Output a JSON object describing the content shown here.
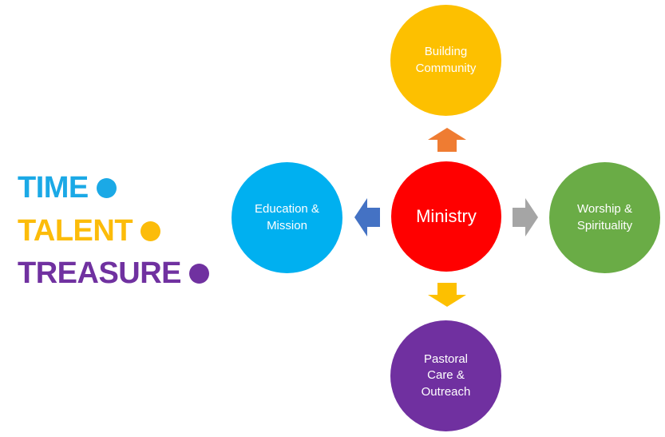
{
  "legend": [
    {
      "label": "TIME",
      "color": "#1ba9e6"
    },
    {
      "label": "TALENT",
      "color": "#fcbc0a"
    },
    {
      "label": "TREASURE",
      "color": "#7031a0"
    }
  ],
  "diagram": {
    "center": {
      "label": "Ministry",
      "color": "#ff0000"
    },
    "top": {
      "label": "Building\nCommunity",
      "color": "#fdc000"
    },
    "left": {
      "label": "Education &\nMission",
      "color": "#00b0f0"
    },
    "right": {
      "label": "Worship &\nSpirituality",
      "color": "#6aac46"
    },
    "bottom": {
      "label": "Pastoral\nCare &\nOutreach",
      "color": "#7030a0"
    },
    "arrows": {
      "up_color": "#ef7c32",
      "left_color": "#4472c4",
      "right_color": "#a5a5a5",
      "down_color": "#fdc000"
    }
  }
}
